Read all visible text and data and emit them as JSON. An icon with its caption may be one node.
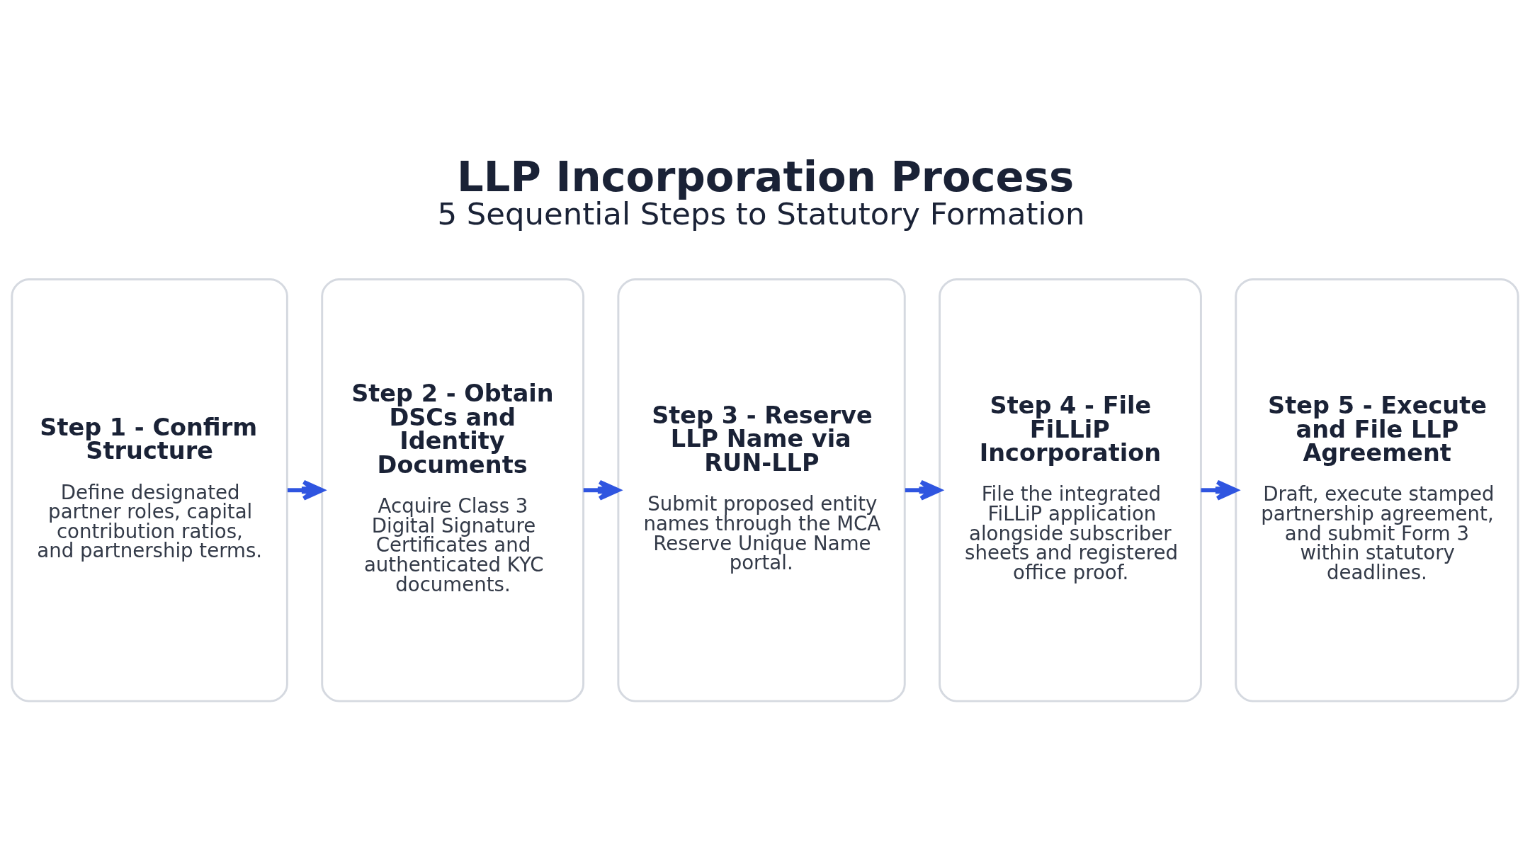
{
  "diagram": {
    "title": "LLP Incorporation Process",
    "caption": "5 Sequential Steps to Statutory Formation",
    "nodes": [
      {
        "text": [
          "Step 1 - Confirm Structure",
          "Define designated partner roles, capital contribution ratios, and partnership terms."
        ]
      },
      {
        "text": [
          "Step 2 - Obtain DSCs and Identity Documents",
          "Acquire Class 3 Digital Signature Certificates and authenticated KYC documents."
        ]
      },
      {
        "text": [
          "Step 3 - Reserve LLP Name via RUN-LLP",
          "Submit proposed entity names through the MCA Reserve Unique Name portal."
        ]
      },
      {
        "text": [
          "Step 4 - File FiLLiP Incorporation",
          "File the integrated FiLLiP application alongside subscriber sheets and registered office proof."
        ]
      },
      {
        "text": [
          "Step 5 - Execute and File LLP Agreement",
          "Draft, execute stamped partnership agreement, and submit Form 3 within statutory deadlines."
        ]
      }
    ],
    "edges": [
      {
        "from": 0,
        "to": 1,
        "arrow": "to"
      },
      {
        "from": 1,
        "to": 2,
        "arrow": "to"
      },
      {
        "from": 2,
        "to": 3,
        "arrow": "to"
      },
      {
        "from": 3,
        "to": 4,
        "arrow": "to"
      }
    ]
  }
}
